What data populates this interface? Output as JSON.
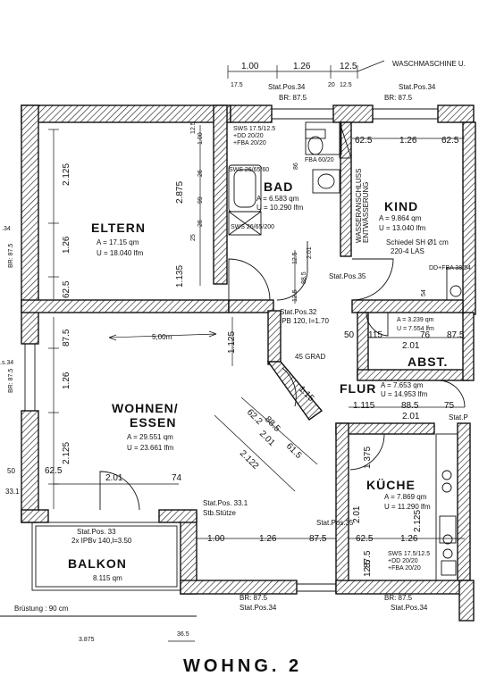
{
  "footer_title": "WOHNG. 2",
  "rooms": {
    "eltern": {
      "name": "ELTERN",
      "area": "A = 17.15 qm",
      "perimeter": "U = 18.040 lfm"
    },
    "bad": {
      "name": "BAD",
      "area": "A = 6.583 qm",
      "perimeter": "U = 10.290 lfm"
    },
    "kind": {
      "name": "KIND",
      "area": "A = 9.864 qm",
      "perimeter": "U = 13.040 lfm"
    },
    "wohnen": {
      "name_line1": "WOHNEN/",
      "name_line2": "ESSEN",
      "area": "A = 29.551 qm",
      "perimeter": "U = 23.661 lfm"
    },
    "abst": {
      "name": "ABST.",
      "area": "A = 3.239 qm",
      "perimeter": "U = 7.554 lfm"
    },
    "flur": {
      "name": "FLUR",
      "area": "A = 7.653 qm",
      "perimeter": "U = 14.953 lfm"
    },
    "kueche": {
      "name": "KÜCHE",
      "area": "A = 7.869 qm",
      "perimeter": "U = 11.290 lfm"
    },
    "balkon": {
      "name": "BALKON",
      "area": "8.115 qm"
    }
  },
  "annotations": {
    "waschmaschine": "WASCHMASCHINE  U.",
    "wasseranschluss_1": "WASSERANSCHLUSS",
    "wasseranschluss_2": "ENTWÄSSERUNG",
    "schiedel_1": "Schiedel SH Ø1 cm",
    "schiedel_2": "220-4 LAS",
    "dd_fba": "DD+FBA 38/54",
    "sws_bad_1": "SWS 17.5/12.5",
    "sws_bad_2": "+DD 20/20",
    "sws_bad_3": "+FBA 20/20",
    "sws_26": "SWS 26/65/60",
    "sws_26b": "SWS 26/65/200",
    "fba_bad": "FBA 60/20",
    "sws_kueche_1": "SWS 17.5/12.5",
    "sws_kueche_2": "+DD 20/20",
    "sws_kueche_3": "+FBA 20/20",
    "statpos_34_top1": "Stat.Pos.34",
    "statpos_34_top2": "Stat.Pos.34",
    "br_top1": "BR: 87.5",
    "br_top2": "BR: 87.5",
    "statpos_35_bad": "Stat.Pos.35",
    "statpos_32": "Stat.Pos.32",
    "ipb": "IPB  120,  l=1.70",
    "grad": "45 GRAD",
    "statpos_331": "Stat.Pos. 33.1",
    "stb_stuetze": "Stb.Stütze",
    "statpos_35_kueche": "Stat.Pos.35",
    "statpos_33": "Stat.Pos.  33",
    "ipbv": "2x  IPBv  140,l=3.50",
    "bruestung": "Brüstung  :  90  cm",
    "br_bot1": "BR: 87.5",
    "br_bot2": "BR: 87.5",
    "statpos_34_bot1": "Stat.Pos.34",
    "statpos_34_bot2": "Stat.Pos.34",
    "statpos_stub": "Stat.P",
    "wohnen_arrow": "5,00m",
    "br_side1": "BR: 87.5",
    "br_side2": "BR: 87.5",
    "side_34a": ".34",
    "side_34b": ".s.34"
  },
  "dimensions": {
    "top_100": "1.00",
    "top_126": "1.26",
    "top_125": "12.5",
    "top_175": "17.5",
    "top_20": "20",
    "top_125b": "12.5",
    "kind_625a": "62.5",
    "kind_126": "1.26",
    "kind_625b": "62.5",
    "el_2125": "2.125",
    "el_126": "1.26",
    "el_625": "62.5",
    "bad_100": "1.00",
    "bad_26a": "26",
    "bad_99": "99",
    "bad_26b": "26",
    "bad_25": "25",
    "bad_125": "12.5",
    "el_2875": "2.875",
    "el_1135": "1.135",
    "bad_86": "86",
    "bad_885": "88.5",
    "bad_201": "2.01",
    "bad_125b": "12.5",
    "bad_125c": "12.5",
    "kind_54": "54",
    "wo_875": "87.5",
    "wo_126": "1.26",
    "wo_2125": "2.125",
    "wo_625": "62.5",
    "wo_1125": "1.125",
    "wo_201": "2.01",
    "wo_74": "74",
    "dia_6221": "62.2",
    "dia_885": "88.5",
    "dia_201": "2.01",
    "dia_615": "61.5",
    "dia_2122": "2.122",
    "dia_115": "1.15",
    "ab_50": "50",
    "ab_115": "115",
    "ab_76": "76",
    "ab_875": "87.5",
    "ab_201": "2.01",
    "fl_1115": "1.115",
    "fl_885": "88.5",
    "fl_75": "75",
    "fl_201": "2.01",
    "ku_1375": "1.375",
    "ku_2125": "2.125",
    "ku_201": "2.01",
    "bot_100": "1.00",
    "bot_126": "1.26",
    "bot_875": "87.5",
    "bot_625": "62.5",
    "bot_126b": "1.26",
    "ku_875": "87.5",
    "ku_125": "12.5",
    "left_50": "50",
    "left_331": "33.1",
    "bottom_3875": "3.875",
    "bottom_365": "36.5"
  }
}
